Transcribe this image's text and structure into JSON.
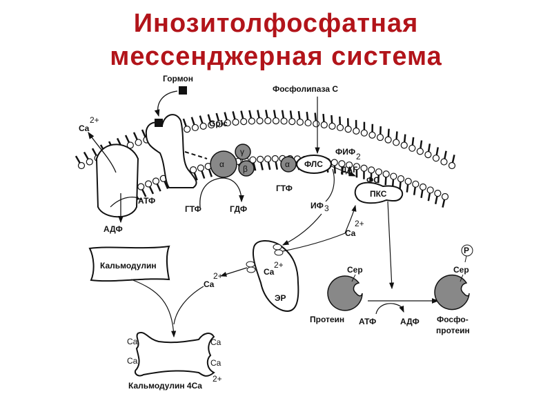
{
  "title": {
    "line1": "Инозитолфосфатная",
    "line2": "мессенджерная система"
  },
  "labels": {
    "hormone": "Гормон",
    "ca_left": "Ca",
    "sup2": "2+",
    "gplc": "Gplc",
    "alpha": "α",
    "gamma": "γ",
    "beta": "β",
    "plc_enzyme": "Фосфолипаза С",
    "fls": "ФЛС",
    "fif": "ФИФ",
    "fif_sub": "2",
    "dag": "ДАГ",
    "fs": "ФС",
    "pkc": "ПКС",
    "gtf": "ГТФ",
    "gdf": "ГДФ",
    "atf": "АТФ",
    "adf": "АДФ",
    "if": "ИФ",
    "if_sub": "3",
    "ca": "Ca",
    "calmodulin": "Кальмодулин",
    "er": "ЭР",
    "ser": "Сер",
    "protein": "Протеин",
    "phospho1": "Фосфо-",
    "phospho2": "протеин",
    "p": "P",
    "calmodulin_4ca": "Кальмодулин 4Ca"
  }
}
